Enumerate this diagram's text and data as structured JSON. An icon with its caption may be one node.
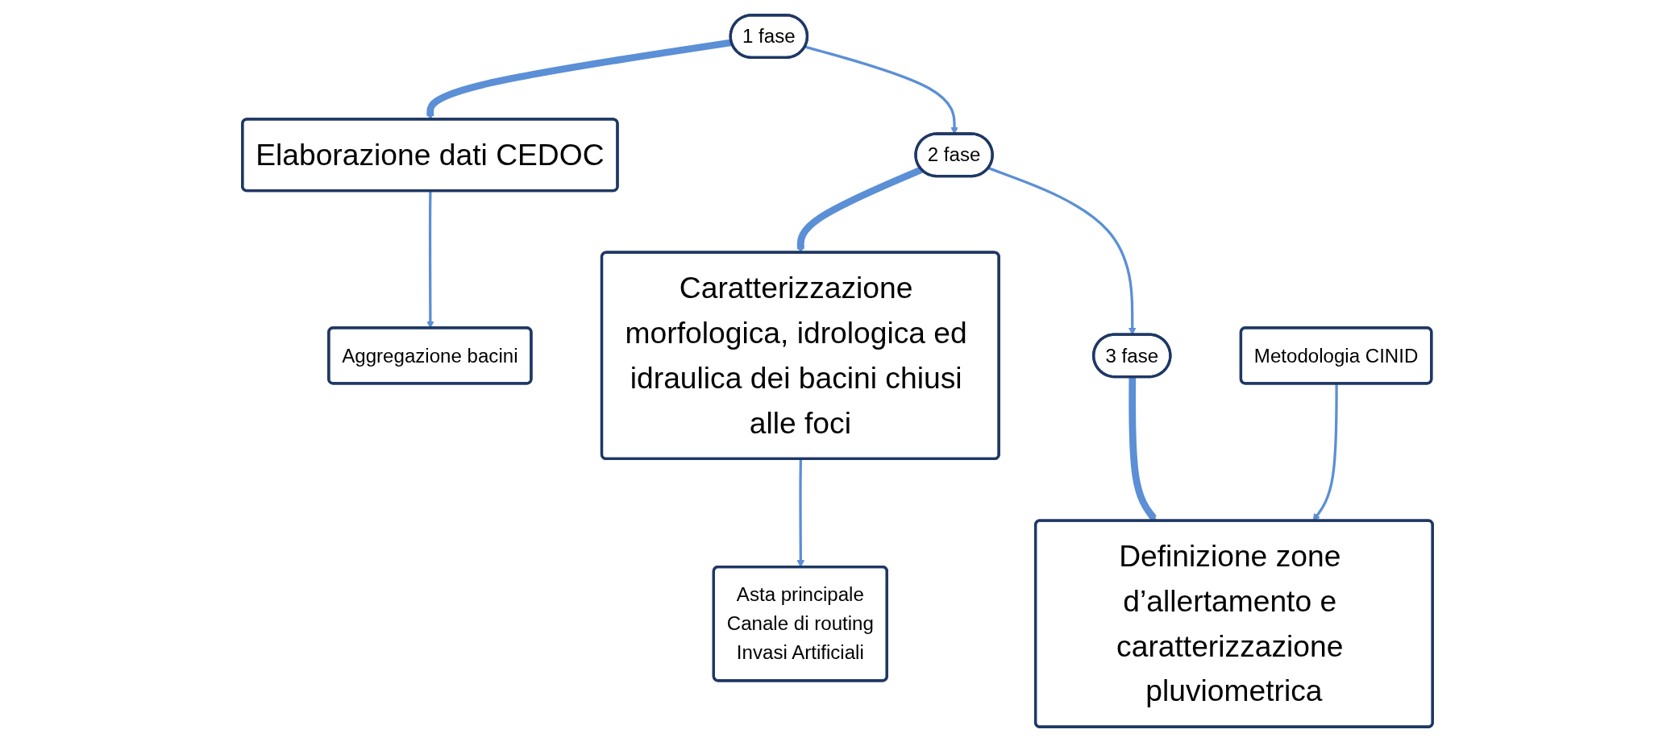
{
  "diagram": {
    "nodes": [
      {
        "text": [
          "1 fase"
        ]
      },
      {
        "text": [
          "2 fase"
        ]
      },
      {
        "text": [
          "3 fase"
        ]
      },
      {
        "text": [
          "Elaborazione dati CEDOC"
        ]
      },
      {
        "text": [
          "Caratterizzazione morfologica, idrologica ed idraulica dei bacini chiusi alle foci"
        ]
      },
      {
        "text": [
          "Definizione zone d’allertamento e caratterizzazione pluviometrica"
        ]
      },
      {
        "text": [
          "Aggregazione bacini"
        ]
      },
      {
        "text": [
          "Asta principale",
          "Canale di routing",
          "Invasi Artificiali"
        ]
      },
      {
        "text": [
          "Metodologia CINID"
        ]
      }
    ],
    "edges": [
      {
        "from": 0,
        "to": 1,
        "arrow": "to"
      },
      {
        "from": 1,
        "to": 2,
        "arrow": "to"
      },
      {
        "from": 0,
        "to": 3,
        "arrow": "to",
        "style": "thick"
      },
      {
        "from": 1,
        "to": 4,
        "arrow": "to",
        "style": "thick"
      },
      {
        "from": 2,
        "to": 5,
        "arrow": "to",
        "style": "thick"
      },
      {
        "from": 3,
        "to": 6,
        "arrow": "to"
      },
      {
        "from": 4,
        "to": 7,
        "arrow": "to"
      },
      {
        "from": 8,
        "to": 5,
        "arrow": "to"
      }
    ]
  }
}
